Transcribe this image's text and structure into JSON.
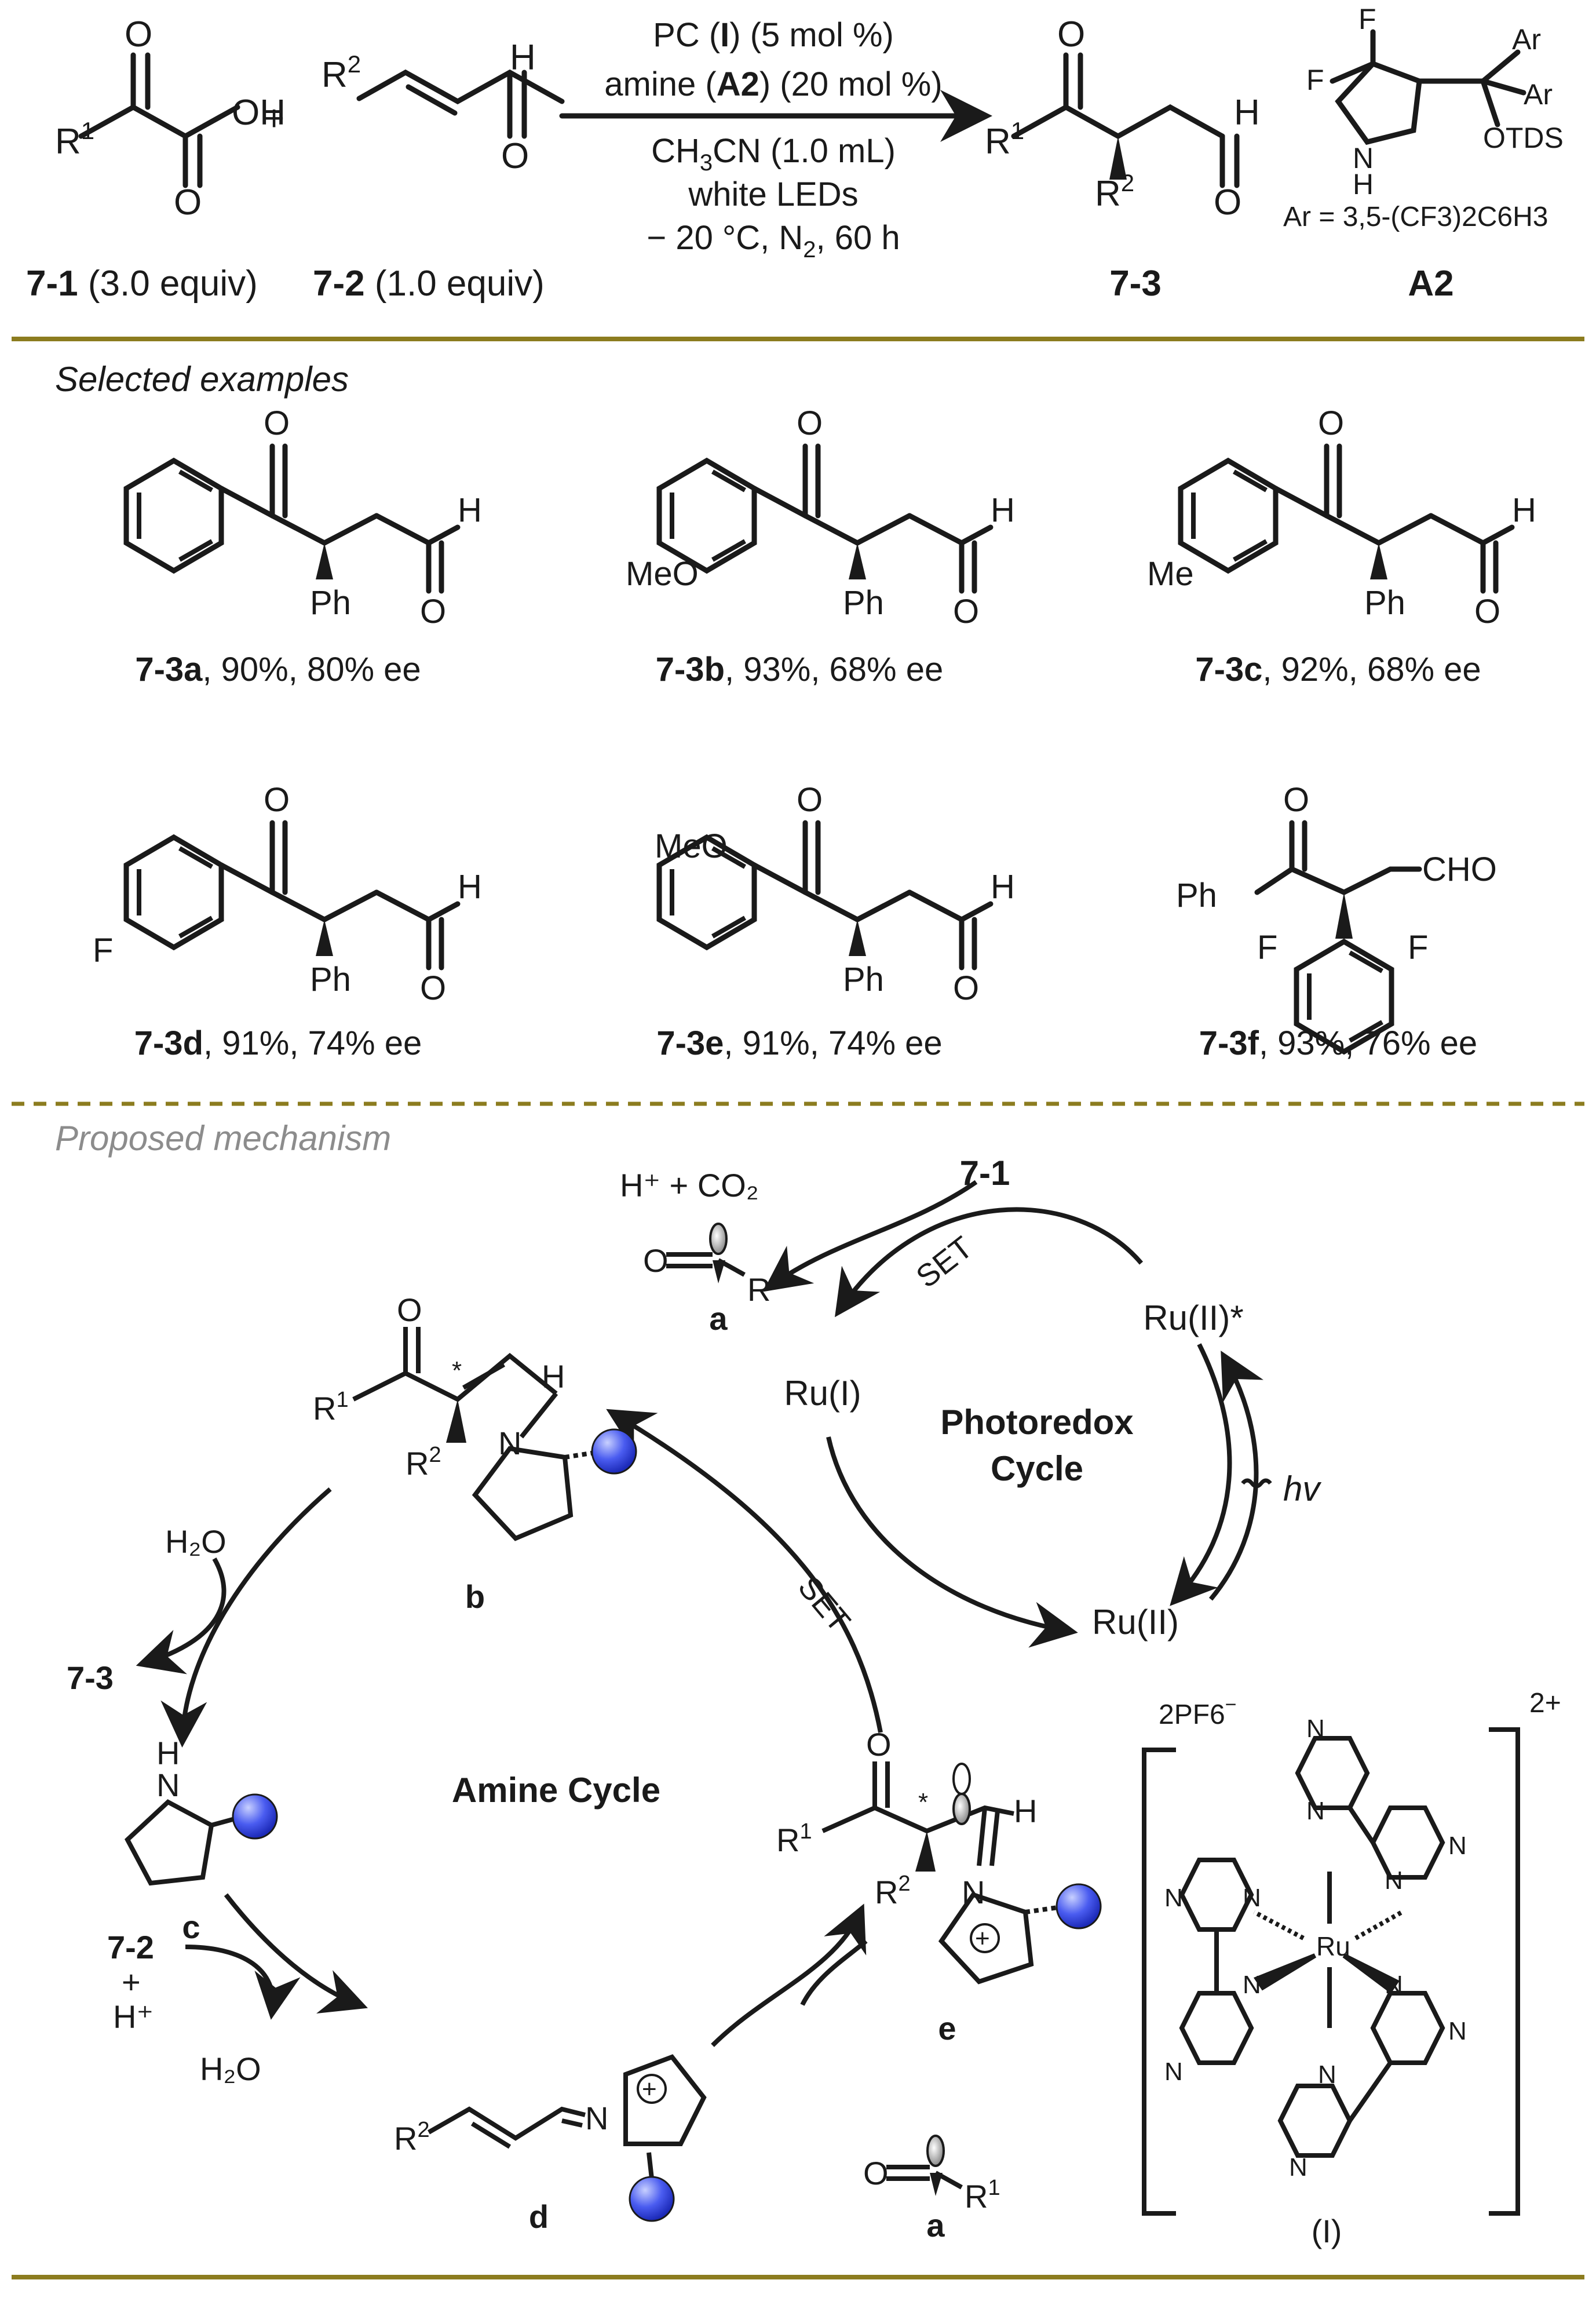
{
  "colors": {
    "rule": "#8c7c1f",
    "sphere": "#3a4fe6",
    "text": "#1a1a1a",
    "grey": "#8c8c8c"
  },
  "reaction": {
    "reagent1_label": "7-1",
    "reagent1_equiv": "(3.0 equiv)",
    "plus": "+",
    "reagent2_label": "7-2",
    "reagent2_equiv": "(1.0 equiv)",
    "cond_pc_a": "PC (",
    "cond_pc_b": "I",
    "cond_pc_c": ") (5 mol %)",
    "cond_amine_a": "amine (",
    "cond_amine_b": "A2",
    "cond_amine_c": ") (20 mol %)",
    "cond_solvent_a": "CH",
    "cond_solvent_sub": "3",
    "cond_solvent_b": "CN (1.0 mL)",
    "cond_light": "white LEDs",
    "cond_temp_a": "− 20 °C, N",
    "cond_temp_sub": "2",
    "cond_temp_b": ", 60 h",
    "product_label": "7-3",
    "catalyst_label": "A2",
    "ar_def": "Ar = 3,5-(CF3)2C6H3",
    "atoms": {
      "R1": "R",
      "sup1": "1",
      "R2sup": "2",
      "OH": "OH",
      "O": "O",
      "H": "H",
      "F": "F",
      "N": "N",
      "Ar": "Ar",
      "OTDS": "OTDS"
    }
  },
  "examples": {
    "heading": "Selected examples",
    "items": [
      {
        "id": "7-3a",
        "result": ", 90%, 80% ee",
        "sub": ""
      },
      {
        "id": "7-3b",
        "result": ", 93%, 68% ee",
        "sub": "MeO"
      },
      {
        "id": "7-3c",
        "result": ", 92%, 68% ee",
        "sub": "Me"
      },
      {
        "id": "7-3d",
        "result": ", 91%, 74% ee",
        "sub": "F"
      },
      {
        "id": "7-3e",
        "result": ", 91%, 74% ee",
        "sub": "MeO"
      },
      {
        "id": "7-3f",
        "result": ", 93%, 76% ee",
        "sub": "F"
      }
    ],
    "ph": "Ph",
    "cho": "CHO"
  },
  "mechanism": {
    "heading": "Proposed mechanism",
    "photoredox": [
      "Photoredox",
      "Cycle"
    ],
    "amine_cycle": "Amine Cycle",
    "ru1": "Ru(I)",
    "ru2": "Ru(II)",
    "ru2star": "Ru(II)*",
    "hv": "hv",
    "set": "SET",
    "h_co2": "H⁺ + CO₂",
    "h2o": "H₂O",
    "plus_h": "H⁺",
    "r1_label": "7-1",
    "r2_label": "7-2",
    "p_label": "7-3",
    "star": "*",
    "labels": {
      "a": "a",
      "b": "b",
      "c": "c",
      "d": "d",
      "e": "e",
      "cat": "(I)"
    },
    "counterion": "2PF6",
    "charge": "2+",
    "ru_atom": "Ru"
  }
}
